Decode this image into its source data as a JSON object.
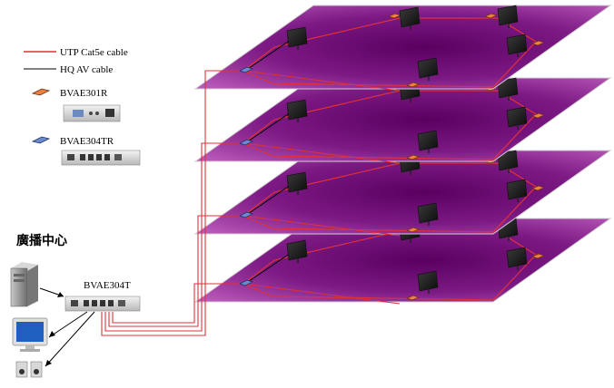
{
  "legend": {
    "utp_label": "UTP Cat5e cable",
    "utp_color": "#e0303a",
    "av_label": "HQ AV cable",
    "av_color": "#000000",
    "receiver_label": "BVAE301R",
    "receiver_icon_color": "#f08040",
    "transceiver_label": "BVAE304TR",
    "transceiver_icon_color": "#6a8ad0"
  },
  "broadcast_center": {
    "title": "廣播中心",
    "transmitter_label": "BVAE304T"
  },
  "floor_colors": {
    "edge_light": "#a23aa0",
    "center_dark": "#5a0060",
    "outline": "#cccccc"
  }
}
